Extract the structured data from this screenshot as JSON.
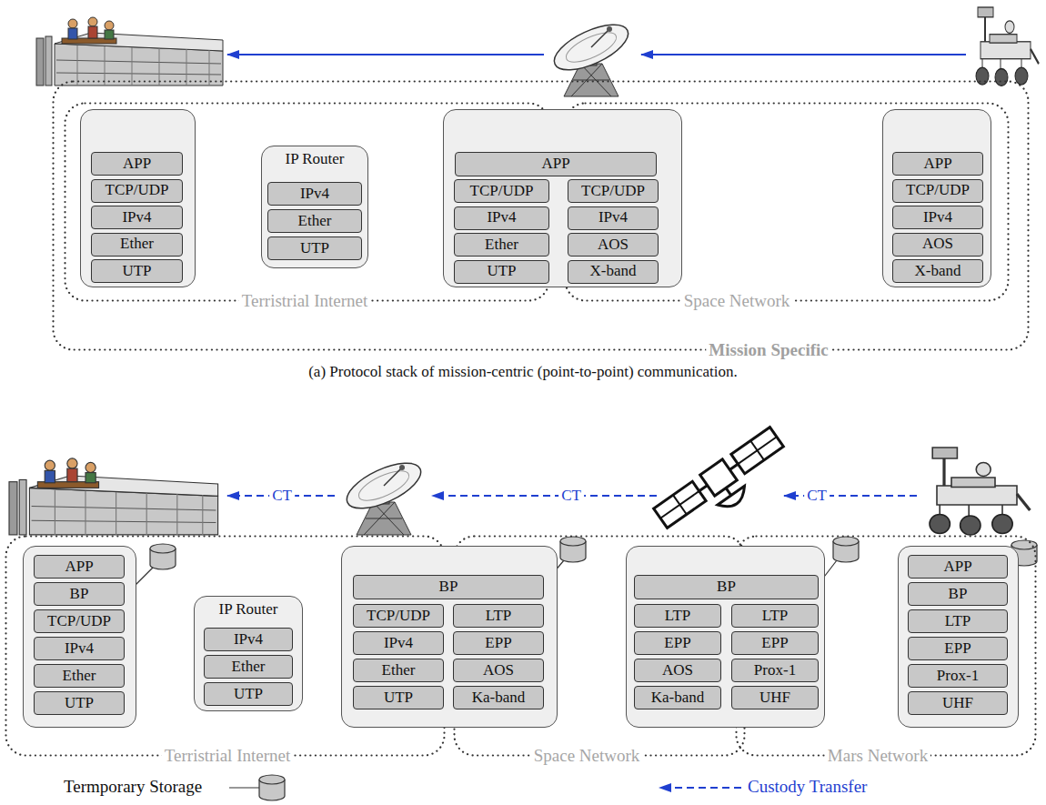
{
  "diagram": {
    "caption": "(a) Protocol stack of mission-centric (point-to-point) communication.",
    "nodes": [
      {
        "text": [
          "Mission Specific"
        ]
      },
      {
        "text": [
          "Terristrial Internet"
        ],
        "in": 0
      },
      {
        "text": [],
        "in": 1
      },
      {
        "text": [
          "APP"
        ],
        "in": 2
      },
      {
        "text": [
          "TCP/UDP"
        ],
        "in": 2
      },
      {
        "text": [
          "IPv4"
        ],
        "in": 2
      },
      {
        "text": [
          "Ether"
        ],
        "in": 2
      },
      {
        "text": [
          "UTP"
        ],
        "in": 2
      },
      {
        "text": [
          "IP Router"
        ],
        "in": 1
      },
      {
        "text": [
          "IPv4"
        ],
        "in": 8
      },
      {
        "text": [
          "Ether"
        ],
        "in": 8
      },
      {
        "text": [
          "UTP"
        ],
        "in": 8
      },
      {
        "text": [],
        "in": 0
      },
      {
        "text": [
          "APP"
        ],
        "in": 12
      },
      {
        "text": [
          "TCP/UDP"
        ],
        "in": 12
      },
      {
        "text": [
          "IPv4"
        ],
        "in": 12
      },
      {
        "text": [
          "Ether"
        ],
        "in": 12
      },
      {
        "text": [
          "UTP"
        ],
        "in": 12
      },
      {
        "text": [
          "TCP/UDP"
        ],
        "in": 12
      },
      {
        "text": [
          "IPv4"
        ],
        "in": 12
      },
      {
        "text": [
          "AOS"
        ],
        "in": 12
      },
      {
        "text": [
          "X-band"
        ],
        "in": 12
      },
      {
        "text": [
          "Space Network"
        ],
        "in": 0
      },
      {
        "text": [],
        "in": 22
      },
      {
        "text": [
          "APP"
        ],
        "in": 23
      },
      {
        "text": [
          "TCP/UDP"
        ],
        "in": 23
      },
      {
        "text": [
          "IPv4"
        ],
        "in": 23
      },
      {
        "text": [
          "AOS"
        ],
        "in": 23
      },
      {
        "text": [
          "X-band"
        ],
        "in": 23
      },
      {
        "text": [
          "Terristrial Internet"
        ]
      },
      {
        "text": [],
        "in": 29
      },
      {
        "text": [
          "APP"
        ],
        "in": 30
      },
      {
        "text": [
          "BP"
        ],
        "in": 30
      },
      {
        "text": [
          "TCP/UDP"
        ],
        "in": 30
      },
      {
        "text": [
          "IPv4"
        ],
        "in": 30
      },
      {
        "text": [
          "Ether"
        ],
        "in": 30
      },
      {
        "text": [
          "UTP"
        ],
        "in": 30
      },
      {
        "text": [
          "IP Router"
        ],
        "in": 29
      },
      {
        "text": [
          "IPv4"
        ],
        "in": 37
      },
      {
        "text": [
          "Ether"
        ],
        "in": 37
      },
      {
        "text": [
          "UTP"
        ],
        "in": 37
      },
      {
        "text": []
      },
      {
        "text": [
          "BP"
        ],
        "in": 41
      },
      {
        "text": [
          "TCP/UDP"
        ],
        "in": 41
      },
      {
        "text": [
          "IPv4"
        ],
        "in": 41
      },
      {
        "text": [
          "Ether"
        ],
        "in": 41
      },
      {
        "text": [
          "UTP"
        ],
        "in": 41
      },
      {
        "text": [
          "LTP"
        ],
        "in": 41
      },
      {
        "text": [
          "EPP"
        ],
        "in": 41
      },
      {
        "text": [
          "AOS"
        ],
        "in": 41
      },
      {
        "text": [
          "Ka-band"
        ],
        "in": 41
      },
      {
        "text": [
          "Space Network"
        ]
      },
      {
        "text": []
      },
      {
        "text": [
          "BP"
        ],
        "in": 52
      },
      {
        "text": [
          "LTP"
        ],
        "in": 52
      },
      {
        "text": [
          "EPP"
        ],
        "in": 52
      },
      {
        "text": [
          "AOS"
        ],
        "in": 52
      },
      {
        "text": [
          "Ka-band"
        ],
        "in": 52
      },
      {
        "text": [
          "LTP"
        ],
        "in": 52
      },
      {
        "text": [
          "EPP"
        ],
        "in": 52
      },
      {
        "text": [
          "Prox-1"
        ],
        "in": 52
      },
      {
        "text": [
          "UHF"
        ],
        "in": 52
      },
      {
        "text": [
          "Mars Network"
        ]
      },
      {
        "text": [],
        "in": 62
      },
      {
        "text": [
          "APP"
        ],
        "in": 63
      },
      {
        "text": [
          "BP"
        ],
        "in": 63
      },
      {
        "text": [
          "LTP"
        ],
        "in": 63
      },
      {
        "text": [
          "EPP"
        ],
        "in": 63
      },
      {
        "text": [
          "Prox-1"
        ],
        "in": 63
      },
      {
        "text": [
          "UHF"
        ],
        "in": 63
      }
    ],
    "labels": [
      "CT",
      "CT",
      "CT"
    ],
    "legend": [
      {
        "text": "Termporary Storage"
      },
      {
        "text": "Custody Transfer"
      }
    ]
  }
}
